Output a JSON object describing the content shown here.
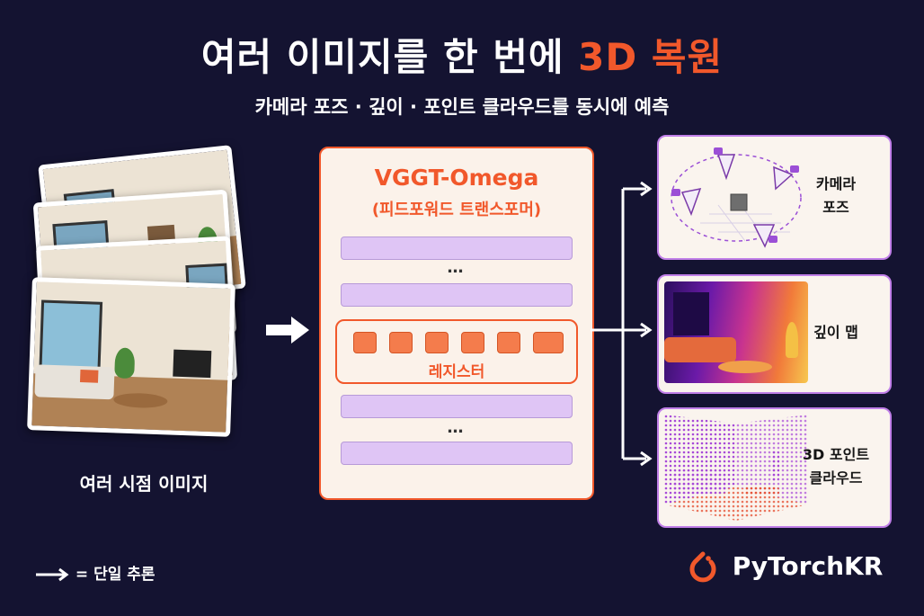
{
  "header": {
    "title_main": "여러 이미지를 한 번에",
    "title_accent": "3D 복원",
    "subtitle": "카메라 포즈 · 깊이 · 포인트 클라우드를 동시에 예측"
  },
  "input": {
    "label": "여러 시점 이미지"
  },
  "model": {
    "name": "VGGT-Omega",
    "subtitle": "(피드포워드 트랜스포머)",
    "ellipsis": "…",
    "register_label": "레지스터"
  },
  "outputs": {
    "camera_pose": "카메라\n포즈",
    "depth_map": "깊이 맵",
    "point_cloud": "3D 포인트\n클라우드"
  },
  "legend": {
    "text": "= 단일 추론"
  },
  "brand": {
    "name": "PyTorchKR"
  },
  "colors": {
    "background": "#141331",
    "accent": "#f1582b",
    "layer": "#dfc5f5",
    "output_border": "#c07fe8"
  }
}
